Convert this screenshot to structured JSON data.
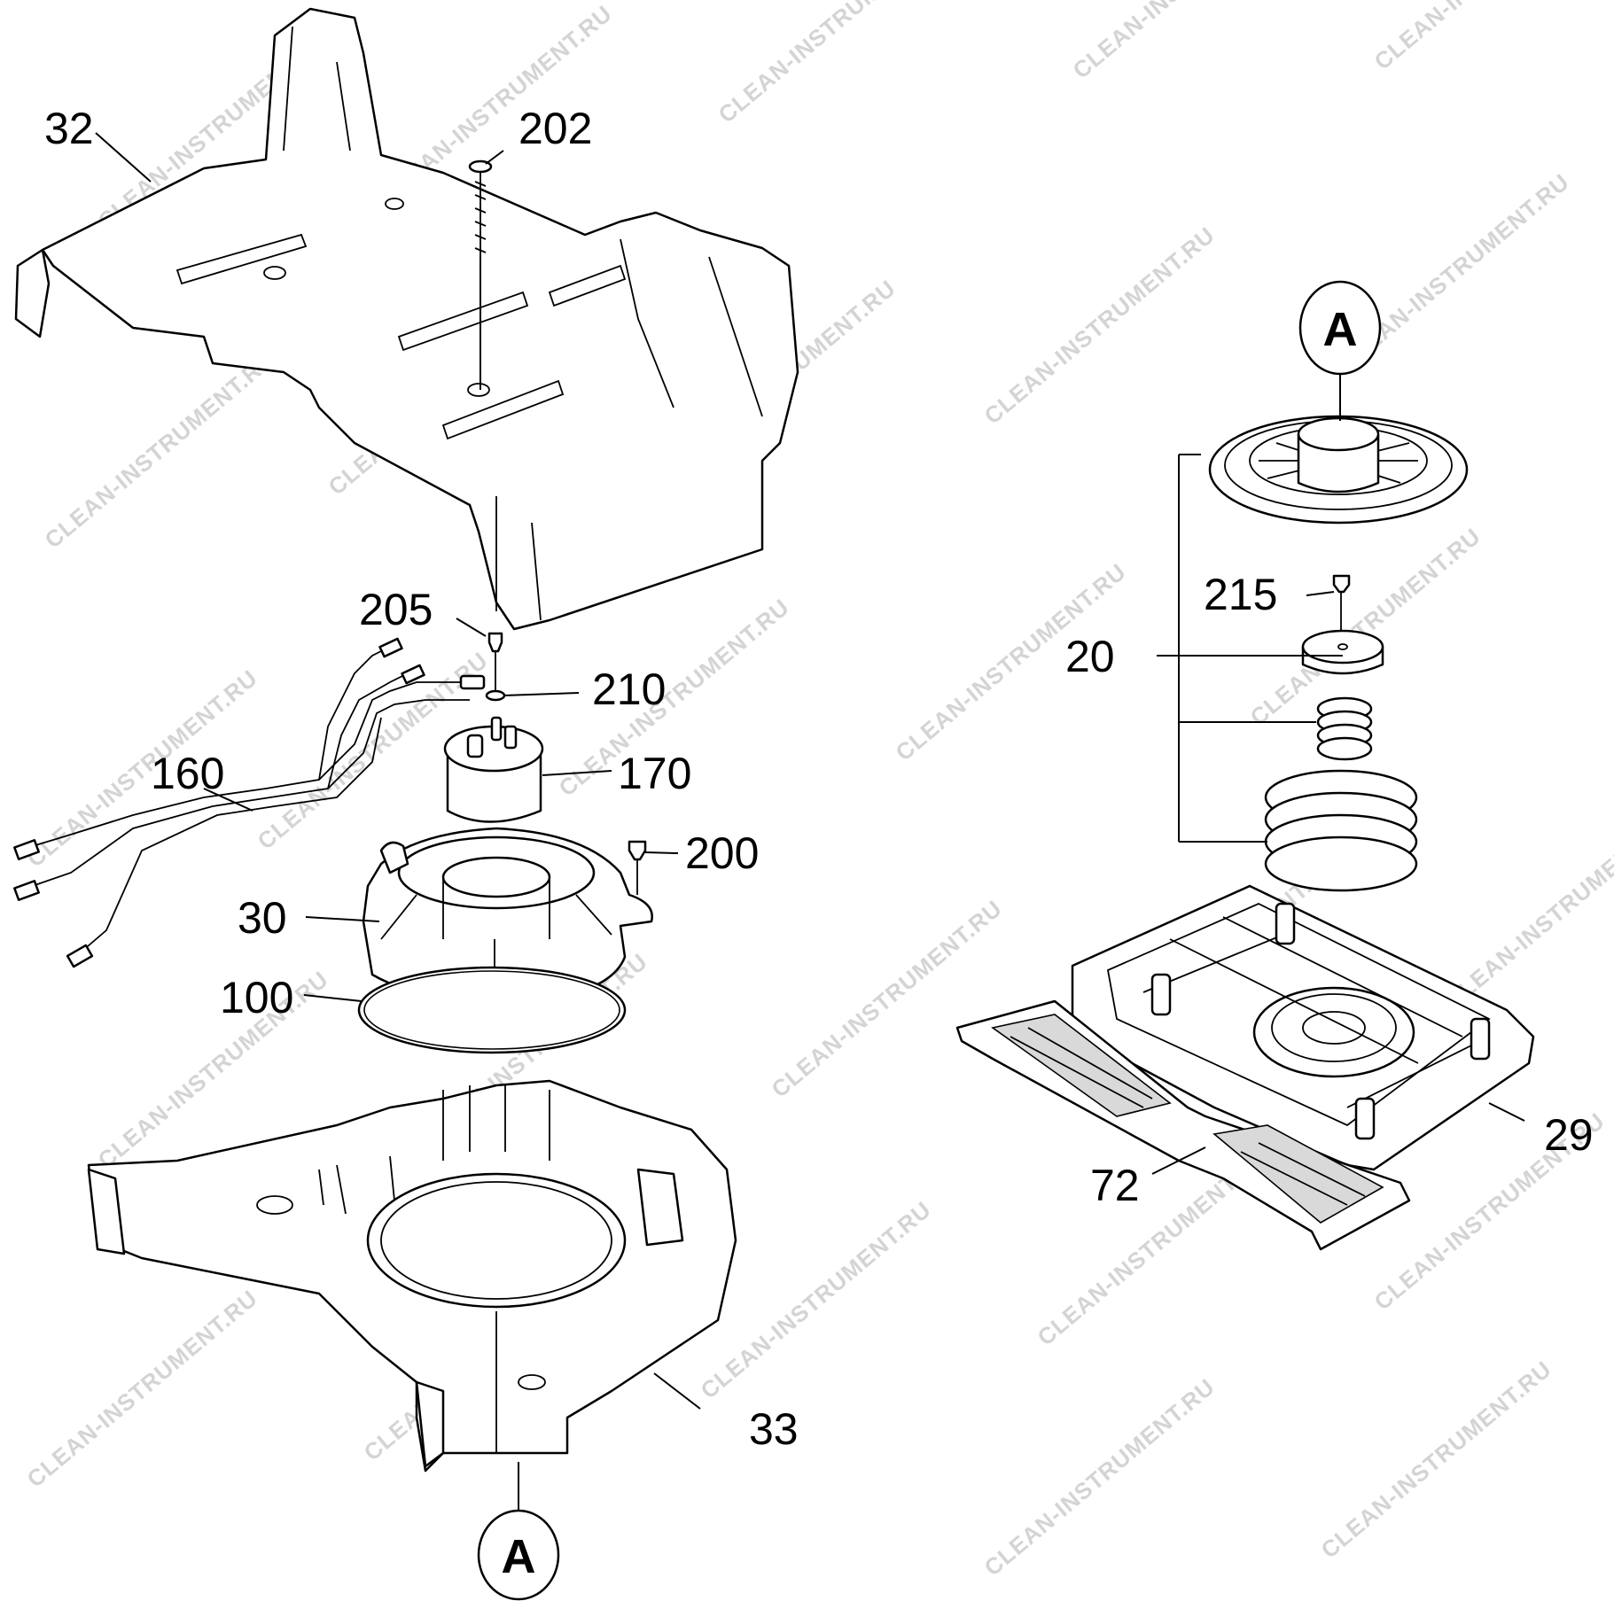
{
  "watermark": {
    "text": "CLEAN-INSTRUMENT.RU",
    "color": "#d4d4d4"
  },
  "callouts": {
    "c32": "32",
    "c202": "202",
    "c205": "205",
    "c210": "210",
    "c160": "160",
    "c170": "170",
    "c200": "200",
    "c30": "30",
    "c100": "100",
    "c33": "33",
    "c20": "20",
    "c215": "215",
    "c29": "29",
    "c72": "72"
  },
  "reference_marks": {
    "top": "A",
    "bottom": "A"
  }
}
